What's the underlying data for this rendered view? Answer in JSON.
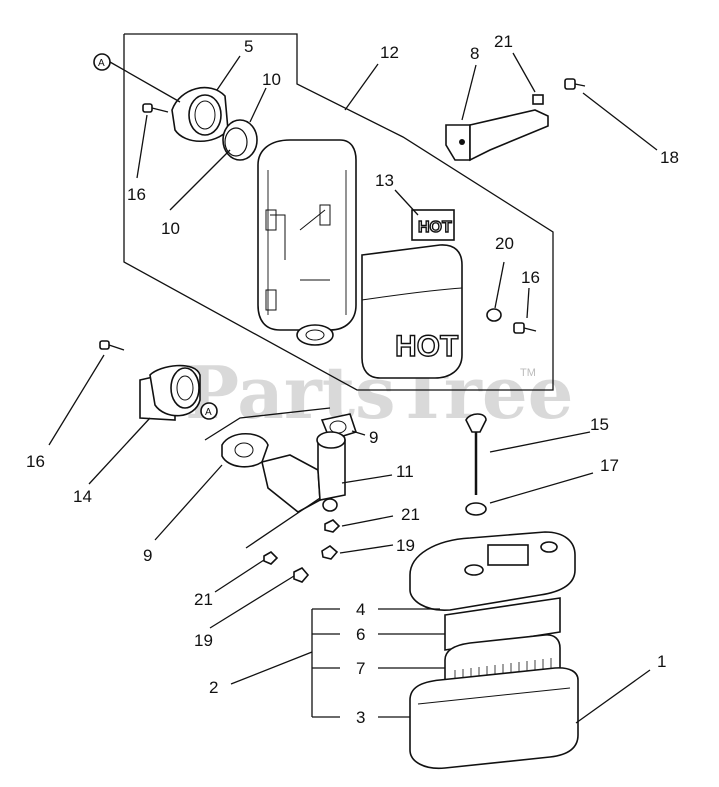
{
  "watermark": {
    "text": "PartsTree",
    "tm": "TM"
  },
  "callouts": {
    "c1": "1",
    "c2": "2",
    "c3": "3",
    "c4": "4",
    "c5": "5",
    "c6": "6",
    "c7": "7",
    "c8": "8",
    "c9a": "9",
    "c9b": "9",
    "c10a": "10",
    "c10b": "10",
    "c11": "11",
    "c12": "12",
    "c13": "13",
    "c14": "14",
    "c15": "15",
    "c16a": "16",
    "c16b": "16",
    "c16c": "16",
    "c17": "17",
    "c18": "18",
    "c19a": "19",
    "c19b": "19",
    "c20": "20",
    "c21a": "21",
    "c21b": "21",
    "c21c": "21"
  },
  "reference_markers": {
    "a1": "A",
    "a2": "A"
  },
  "decal_text": {
    "hot_small": "HOT",
    "hot_large": "HOT"
  }
}
